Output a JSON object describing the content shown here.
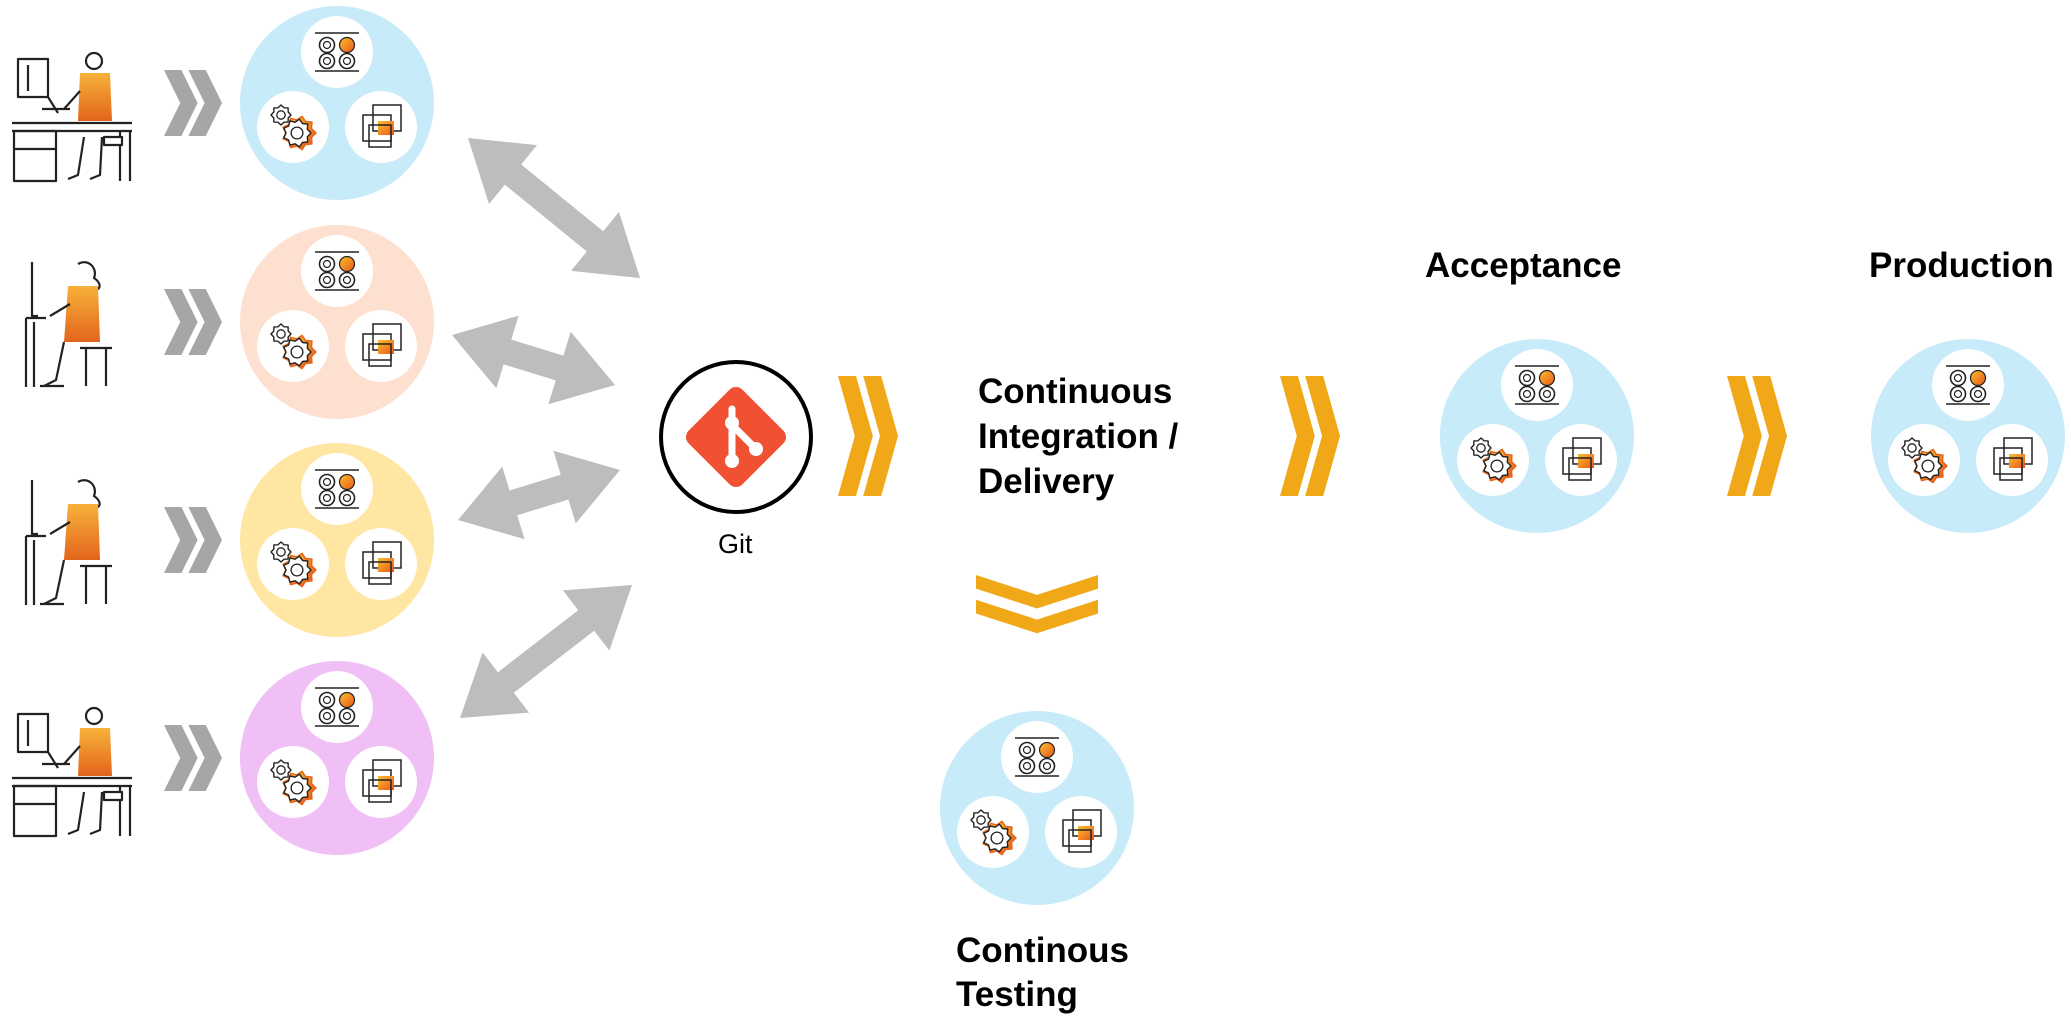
{
  "colors": {
    "arrow_gray": "#bdbdbd",
    "chevron_gray": "#a6a6a6",
    "chevron_orange": "#f0a818",
    "git_red": "#f05133",
    "circle_fills": [
      "#c8ebfa",
      "#fde0cf",
      "#ffe6a3",
      "#f0bff5"
    ],
    "env_fill": "#c8ebfa",
    "person_orange": "#f0901a",
    "person_dark": "#e2641c",
    "line": "#222222"
  },
  "git": {
    "icon": "git-logo-icon",
    "label": "Git"
  },
  "labels": {
    "ci_line1": "Continuous",
    "ci_line2": "Integration /",
    "ci_line3": "Delivery",
    "testing_line1": "Continous",
    "testing_line2": "Testing",
    "acceptance": "Acceptance",
    "production": "Production"
  },
  "developers": [
    {
      "icon": "developer-desk-icon",
      "circle_icon": "workstation-stack-icon"
    },
    {
      "icon": "developer-seated-icon",
      "circle_icon": "workstation-stack-icon"
    },
    {
      "icon": "developer-seated-icon",
      "circle_icon": "workstation-stack-icon"
    },
    {
      "icon": "developer-desk-icon",
      "circle_icon": "workstation-stack-icon"
    }
  ],
  "component_icons": [
    "toggle-switches-icon",
    "settings-gears-icon",
    "layered-windows-icon"
  ]
}
